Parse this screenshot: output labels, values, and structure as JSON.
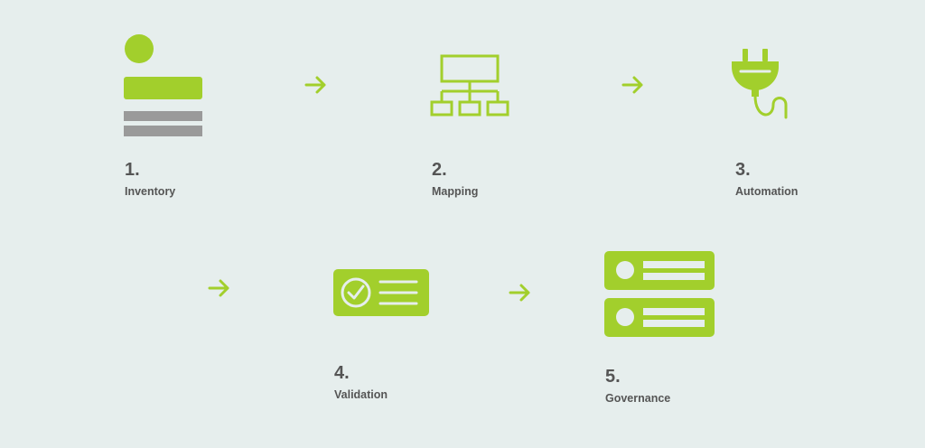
{
  "colors": {
    "background": "#e6eeed",
    "accent": "#a2cf2c",
    "muted": "#9a9a9a",
    "text": "#555555"
  },
  "steps": [
    {
      "number": "1.",
      "label": "Inventory",
      "icon": "inventory-icon"
    },
    {
      "number": "2.",
      "label": "Mapping",
      "icon": "hierarchy-icon"
    },
    {
      "number": "3.",
      "label": "Automation",
      "icon": "plug-icon"
    },
    {
      "number": "4.",
      "label": "Validation",
      "icon": "checklist-card-icon"
    },
    {
      "number": "5.",
      "label": "Governance",
      "icon": "server-stack-icon"
    }
  ]
}
